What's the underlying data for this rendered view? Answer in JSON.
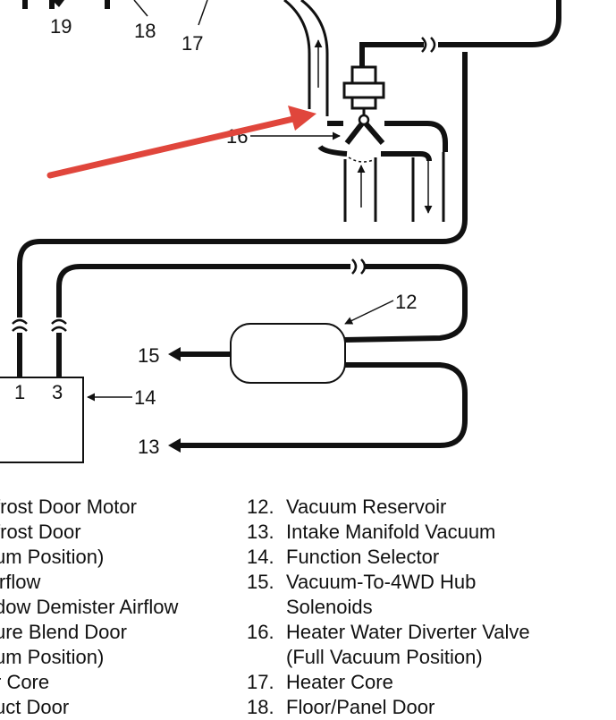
{
  "callouts": {
    "n19": "19",
    "n18": "18",
    "n17": "17",
    "n16": "16",
    "n12": "12",
    "n15": "15",
    "n14": "14",
    "n13": "13",
    "port1": "1",
    "port3": "3"
  },
  "legend_left": [
    "frost Door Motor",
    "frost Door",
    "um Position)",
    "irflow",
    "dow Demister Airflow",
    "ure Blend Door",
    "um Position)",
    "r Core",
    "uct Door"
  ],
  "legend_right": [
    {
      "num": "12.",
      "text": "Vacuum Reservoir"
    },
    {
      "num": "13.",
      "text": "Intake Manifold Vacuum"
    },
    {
      "num": "14.",
      "text": "Function Selector"
    },
    {
      "num": "15.",
      "text": "Vacuum-To-4WD Hub"
    },
    {
      "num": "",
      "text": "Solenoids"
    },
    {
      "num": "16.",
      "text": "Heater Water Diverter Valve"
    },
    {
      "num": "",
      "text": "(Full Vacuum Position)"
    },
    {
      "num": "17.",
      "text": "Heater Core"
    },
    {
      "num": "18.",
      "text": "Floor/Panel Door"
    }
  ],
  "colors": {
    "annotation_arrow": "#e0463c",
    "ink": "#111111"
  }
}
